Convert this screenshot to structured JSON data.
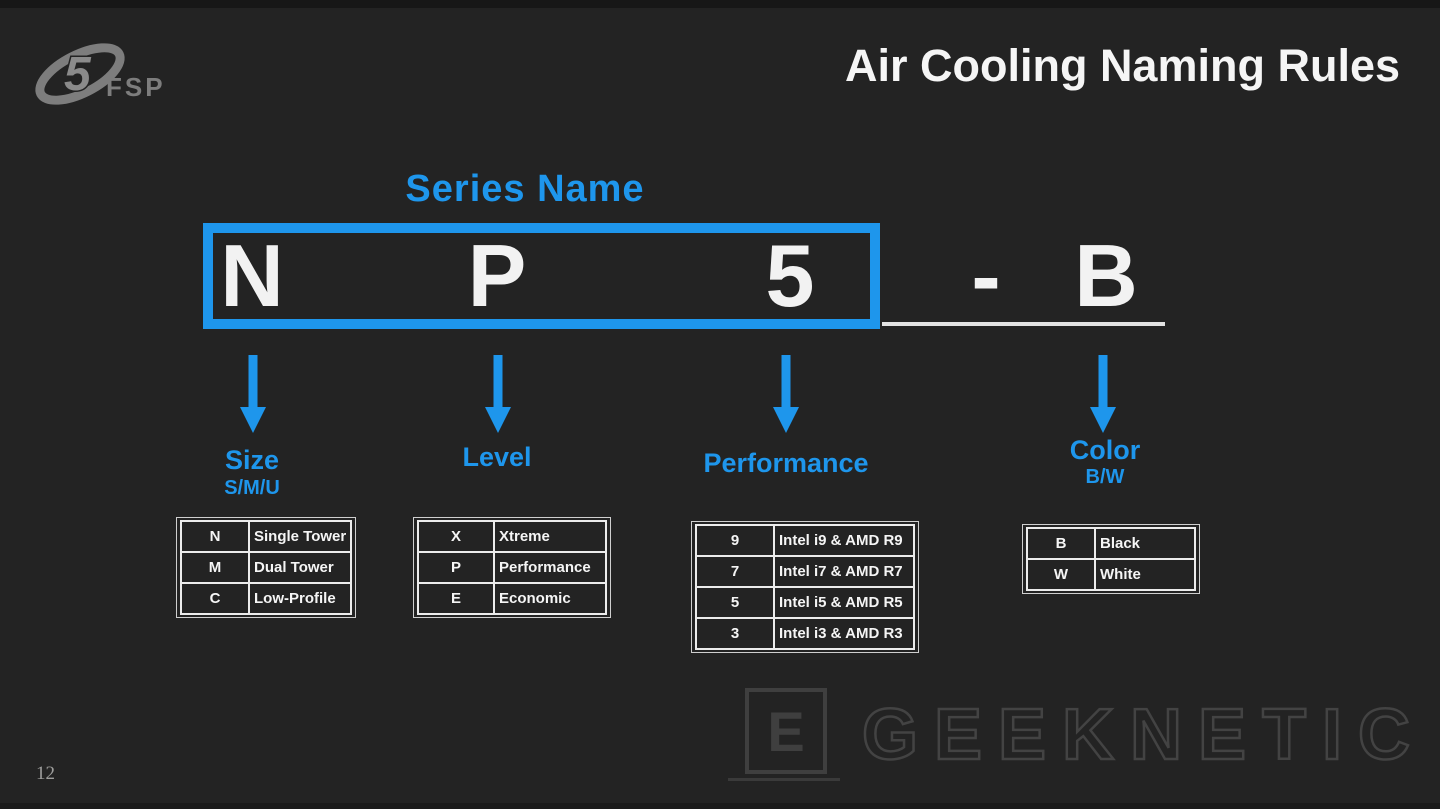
{
  "slide": {
    "title": "Air Cooling Naming Rules",
    "page_number": "12",
    "series_name_label": "Series Name"
  },
  "code": {
    "letters": [
      "N",
      "P",
      "5"
    ],
    "separator": "-",
    "suffix": "B"
  },
  "branding": {
    "logo_text": "FSP",
    "watermark_letter": "E",
    "watermark_text": "GEEKNETIC"
  },
  "colors": {
    "accent_blue": "#1e96ec",
    "background": "#232323",
    "text_white": "#f2f2f2"
  },
  "categories": [
    {
      "label": "Size",
      "sub": "S/M/U"
    },
    {
      "label": "Level",
      "sub": ""
    },
    {
      "label": "Performance",
      "sub": ""
    },
    {
      "label": "Color",
      "sub": "B/W"
    }
  ],
  "tables": {
    "size": {
      "rows": [
        {
          "code": "N",
          "desc": "Single Tower"
        },
        {
          "code": "M",
          "desc": "Dual Tower"
        },
        {
          "code": "C",
          "desc": "Low-Profile"
        }
      ]
    },
    "level": {
      "rows": [
        {
          "code": "X",
          "desc": "Xtreme"
        },
        {
          "code": "P",
          "desc": "Performance"
        },
        {
          "code": "E",
          "desc": "Economic"
        }
      ]
    },
    "performance": {
      "rows": [
        {
          "code": "9",
          "desc": "Intel i9 & AMD R9"
        },
        {
          "code": "7",
          "desc": "Intel i7 & AMD R7"
        },
        {
          "code": "5",
          "desc": "Intel i5 & AMD R5"
        },
        {
          "code": "3",
          "desc": "Intel i3 & AMD R3"
        }
      ]
    },
    "color": {
      "rows": [
        {
          "code": "B",
          "desc": "Black"
        },
        {
          "code": "W",
          "desc": "White"
        }
      ]
    }
  }
}
